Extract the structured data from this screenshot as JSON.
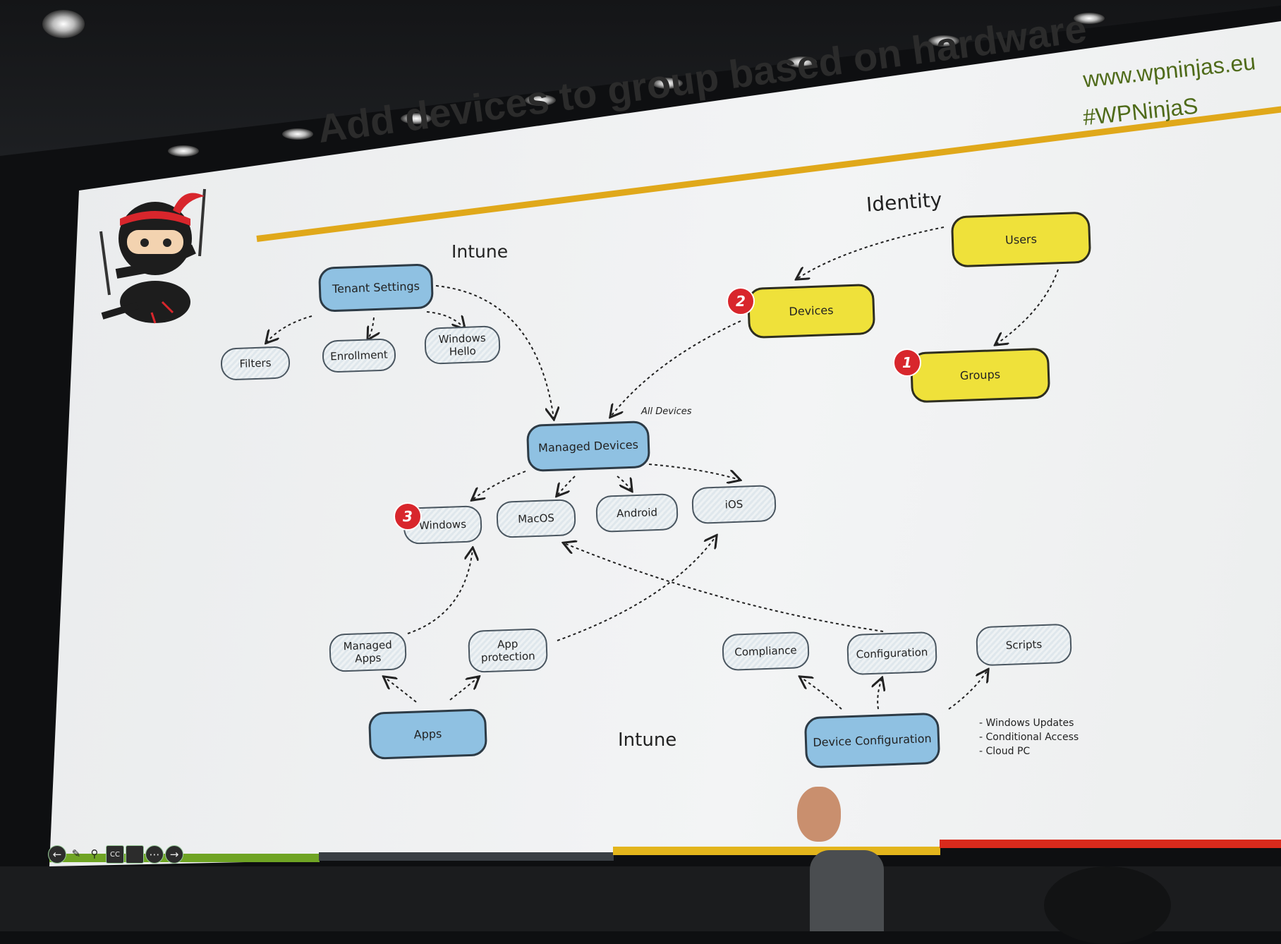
{
  "slide": {
    "title": "Add devices to group based on hardware",
    "website": "www.wpninjas.eu",
    "hashtag": "#WPNinjaS",
    "section_identity": "Identity",
    "section_intune_top": "Intune",
    "section_intune_bottom": "Intune",
    "all_devices_note": "All Devices"
  },
  "nodes": {
    "tenant_settings": "Tenant Settings",
    "filters": "Filters",
    "enrollment": "Enrollment",
    "windows_hello": "Windows Hello",
    "users": "Users",
    "devices": "Devices",
    "groups": "Groups",
    "managed_devices": "Managed Devices",
    "windows": "Windows",
    "macos": "MacOS",
    "android": "Android",
    "ios": "iOS",
    "managed_apps": "Managed Apps",
    "app_protection": "App protection",
    "apps": "Apps",
    "compliance": "Compliance",
    "configuration": "Configuration",
    "scripts": "Scripts",
    "device_configuration": "Device Configuration"
  },
  "badges": {
    "groups": "1",
    "devices": "2",
    "windows": "3"
  },
  "notes": [
    "- Windows Updates",
    "- Conditional Access",
    "- Cloud PC"
  ],
  "toolbar": [
    "previous-icon",
    "pen-icon",
    "zoom-icon",
    "subtitles-icon",
    "camera-icon",
    "more-icon",
    "next-icon"
  ],
  "colors": {
    "blue_node": "#8fc1e2",
    "yellow_node": "#efe13a",
    "badge": "#d8262c",
    "accent_line": "#e0a81a",
    "url_green": "#4f6b1a"
  }
}
